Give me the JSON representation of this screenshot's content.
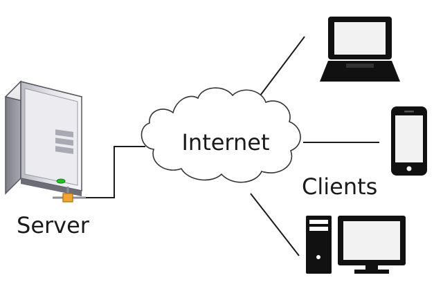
{
  "labels": {
    "server": "Server",
    "internet": "Internet",
    "clients": "Clients"
  },
  "colors": {
    "line": "#1a1a1a",
    "server_body_light": "#f3f3f5",
    "server_body_mid": "#c9c9d0",
    "server_body_dark": "#8a8a94",
    "server_accent_green": "#23c223",
    "connector_orange": "#f2a530",
    "device_dark": "#111111",
    "screen_light": "#f2f2f2"
  },
  "icons": {
    "server": "server-tower-icon",
    "cloud": "cloud-icon",
    "laptop": "laptop-icon",
    "smartphone": "smartphone-icon",
    "desktop": "desktop-computer-icon"
  }
}
